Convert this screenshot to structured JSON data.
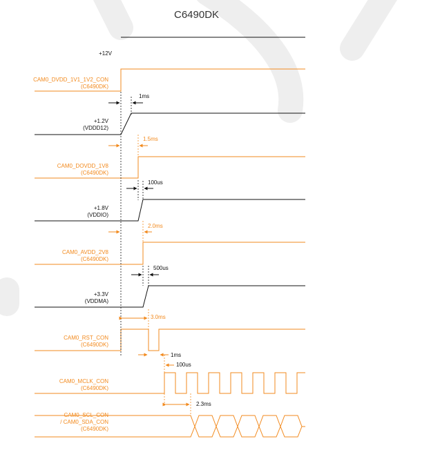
{
  "title": "C6490DK",
  "signals": {
    "v12": "+12V",
    "dvdd_con": [
      "CAM0_DVDD_1V1_1V2_CON",
      "(C6490DK)"
    ],
    "vddd12": [
      "+1.2V",
      "(VDDD12)"
    ],
    "dovdd_con": [
      "CAM0_DOVDD_1V8",
      "(C6490DK)"
    ],
    "vddio": [
      "+1.8V",
      "(VDDIO)"
    ],
    "avdd_con": [
      "CAM0_AVDD_2V8",
      "(C6490DK)"
    ],
    "vddma": [
      "+3.3V",
      "(VDDMA)"
    ],
    "rst_con": [
      "CAM0_RST_CON",
      "(C6490DK)"
    ],
    "mclk_con": [
      "CAM0_MCLK_CON",
      "(C6490DK)"
    ],
    "scl_sda_con": [
      "CAM0_SCL_CON",
      "/ CAM0_SDA_CON",
      "(C6490DK)"
    ]
  },
  "timings": {
    "t1": "1ms",
    "t2": "1.5ms",
    "t3": "100us",
    "t4": "2.0ms",
    "t5": "500us",
    "t6": "3.0ms",
    "t7": "1ms",
    "t8": "100us",
    "t9": "2.3ms"
  },
  "colors": {
    "control_signal": "#f28a1e",
    "rail_signal": "#111111",
    "watermark": "#eeeeee"
  }
}
